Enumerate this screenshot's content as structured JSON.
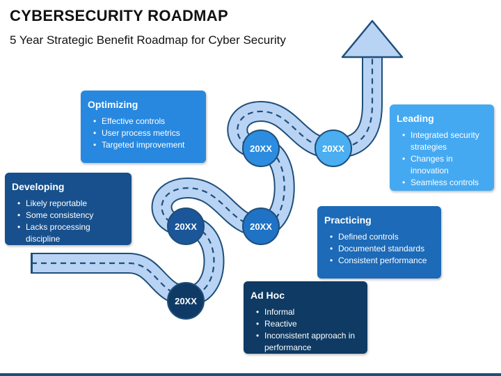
{
  "header": {
    "title": "CYBERSECURITY ROADMAP",
    "subtitle": "5 Year Strategic Benefit Roadmap for Cyber Security"
  },
  "milestones": [
    {
      "label": "20XX",
      "color": "#0f3a66"
    },
    {
      "label": "20XX",
      "color": "#1a5698"
    },
    {
      "label": "20XX",
      "color": "#1f72c4"
    },
    {
      "label": "20XX",
      "color": "#2c8de0"
    },
    {
      "label": "20XX",
      "color": "#4aaef0"
    }
  ],
  "cards": {
    "ad_hoc": {
      "title": "Ad Hoc",
      "color": "#0e3a63",
      "items": [
        "Informal",
        "Reactive",
        "Inconsistent approach in performance"
      ]
    },
    "developing": {
      "title": "Developing",
      "color": "#17508c",
      "items": [
        "Likely reportable",
        "Some consistency",
        "Lacks processing discipline"
      ]
    },
    "practicing": {
      "title": "Practicing",
      "color": "#1c6ab8",
      "items": [
        "Defined controls",
        "Documented standards",
        "Consistent performance"
      ]
    },
    "optimizing": {
      "title": "Optimizing",
      "color": "#2888df",
      "items": [
        "Effective controls",
        "User process metrics",
        "Targeted improvement"
      ]
    },
    "leading": {
      "title": "Leading",
      "color": "#45a9f2",
      "items": [
        "Integrated security strategies",
        "Changes in innovation",
        "Seamless controls"
      ]
    }
  },
  "road": {
    "fill": "#b8d3f4",
    "edge": "#1f4e79"
  }
}
